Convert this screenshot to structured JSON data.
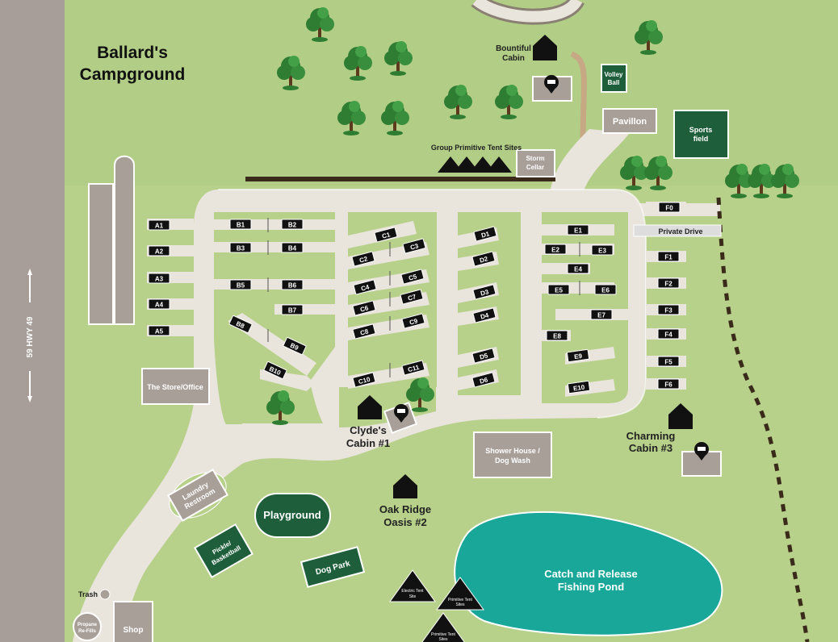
{
  "title": {
    "line1": "Ballard's",
    "line2": "Campground"
  },
  "highway": "59 HWY 49",
  "colors": {
    "grass": "#b7d08a",
    "grass_dark": "#a6c47a",
    "road": "#e9e4dc",
    "building": "#a99f99",
    "green_building": "#1e5e3a",
    "pond": "#19a79a",
    "tree": "#2e7d32",
    "trunk": "#5b3a1e",
    "highway": "#a79e99",
    "trail": "#3a2a1a"
  },
  "sites": {
    "A": [
      "A1",
      "A2",
      "A3",
      "A4",
      "A5"
    ],
    "B": [
      "B1",
      "B2",
      "B3",
      "B4",
      "B5",
      "B6",
      "B7",
      "B8",
      "B9",
      "B10"
    ],
    "C": [
      "C1",
      "C2",
      "C3",
      "C4",
      "C5",
      "C6",
      "C7",
      "C8",
      "C9",
      "C10",
      "C11"
    ],
    "D": [
      "D1",
      "D2",
      "D3",
      "D4",
      "D5",
      "D6"
    ],
    "E": [
      "E1",
      "E2",
      "E3",
      "E4",
      "E5",
      "E6",
      "E7",
      "E8",
      "E9",
      "E10"
    ],
    "F": [
      "F0",
      "F1",
      "F2",
      "F3",
      "F4",
      "F5",
      "F6"
    ]
  },
  "labels": {
    "bountiful_cabin_1": "Bountiful",
    "bountiful_cabin_2": "Cabin",
    "volley_ball_1": "Volley",
    "volley_ball_2": "Ball",
    "pavilion": "Pavillon",
    "sports_field_1": "Sports",
    "sports_field_2": "field",
    "group_tent": "Group Primitive Tent Sites",
    "storm_cellar_1": "Storm",
    "storm_cellar_2": "Cellar",
    "private_drive": "Private Drive",
    "store_office": "The Store/Office",
    "clydes_cabin_1": "Clyde's",
    "clydes_cabin_2": "Cabin #1",
    "charming_cabin_1": "Charming",
    "charming_cabin_2": "Cabin #3",
    "shower_house_1": "Shower House /",
    "shower_house_2": "Dog Wash",
    "laundry_1": "Laundry",
    "laundry_2": "Restroom",
    "playground": "Playground",
    "oak_ridge_1": "Oak Ridge",
    "oak_ridge_2": "Oasis #2",
    "pickle_1": "Pickle/",
    "pickle_2": "Basketball",
    "dog_park": "Dog Park",
    "pond_1": "Catch and Release",
    "pond_2": "Fishing Pond",
    "electric_tent_1": "Electric Tent",
    "electric_tent_2": "Site",
    "primitive_tent_1": "Primitive Tent",
    "primitive_tent_2": "Sites",
    "primitive_tent_b_1": "Primitive Tent",
    "primitive_tent_b_2": "Sites",
    "trash": "Trash",
    "propane_1": "Propane",
    "propane_2": "Re-Fills",
    "shop": "Shop"
  }
}
